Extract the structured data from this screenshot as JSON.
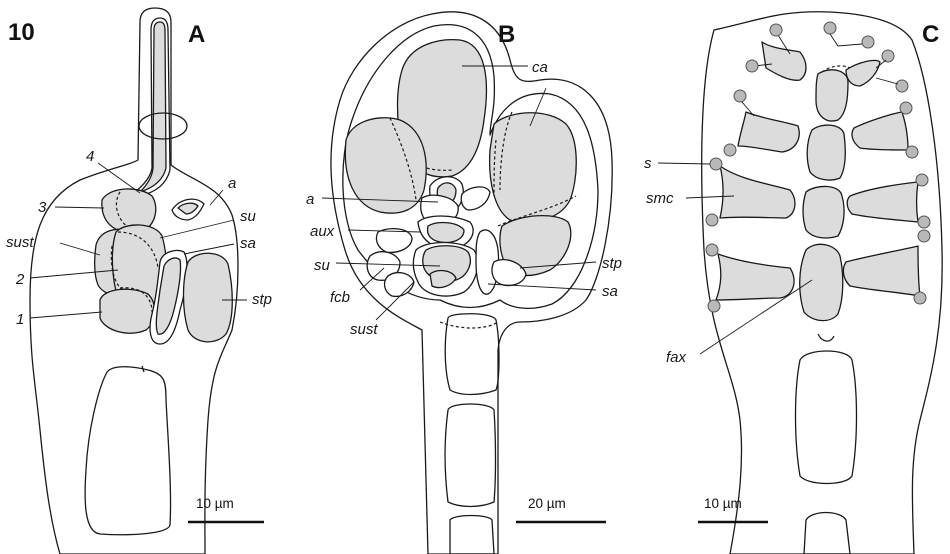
{
  "figure_number": "10",
  "panels": [
    {
      "letter": "A",
      "labels": {
        "n4": "4",
        "n3": "3",
        "n2": "2",
        "n1": "1",
        "sust": "sust",
        "a": "a",
        "su": "su",
        "sa": "sa",
        "stp": "stp"
      },
      "scale_bar": "10 µm"
    },
    {
      "letter": "B",
      "labels": {
        "ca": "ca",
        "a": "a",
        "aux": "aux",
        "su": "su",
        "fcb": "fcb",
        "sust": "sust",
        "stp": "stp",
        "sa": "sa"
      },
      "scale_bar": "20 µm"
    },
    {
      "letter": "C",
      "labels": {
        "s": "s",
        "smc": "smc",
        "fax": "fax"
      },
      "scale_bar": "10 µm"
    }
  ]
}
